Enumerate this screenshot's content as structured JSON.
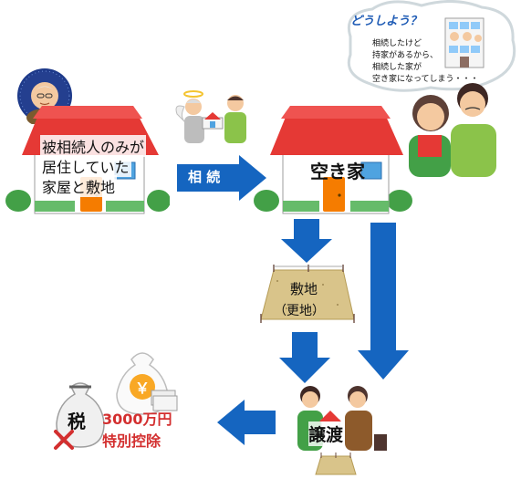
{
  "left_house": {
    "lines": [
      "被相続人のみが",
      "居住していた",
      "家屋と敷地"
    ]
  },
  "inherit_arrow": {
    "label": "相 続"
  },
  "vacant_house": {
    "label": "空き家"
  },
  "thought_bubble": {
    "title": "どうしよう？",
    "lines": [
      "相続したけど",
      "持家があるから、",
      "相続した家が",
      "空き家になってしまう・・・"
    ]
  },
  "vacant_lot": {
    "lines": [
      "敷地",
      "（更地）"
    ]
  },
  "transfer": {
    "label": "譲渡"
  },
  "tax": {
    "badge": "税",
    "line1": "3000万円",
    "line2": "特別控除"
  },
  "money_bag_mark": "￥",
  "colors": {
    "arrow_blue": "#1565c0",
    "roof_red": "#e53935",
    "door_orange": "#f57c00",
    "tax_red": "#d32f2f",
    "bush_green": "#43a047",
    "thought_title_blue": "#1e5bb5"
  },
  "icons": [
    "elderly-man-icon",
    "angel-handover-icon",
    "couple-worried-icon",
    "apartment-icon",
    "people-handshake-icon",
    "money-bag-icon",
    "tax-bag-icon",
    "cross-icon"
  ]
}
